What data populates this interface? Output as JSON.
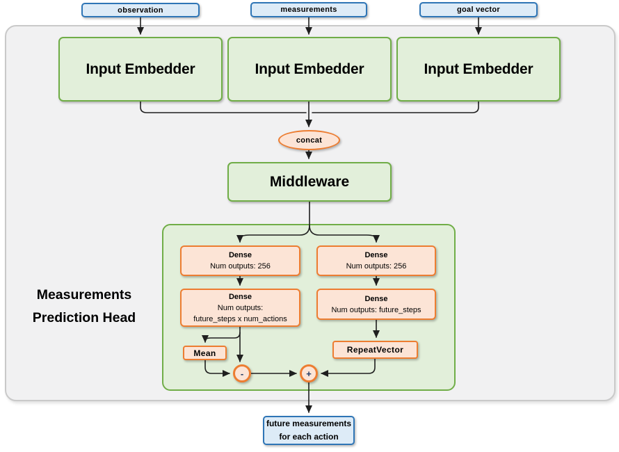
{
  "colors": {
    "blue_fill": "#DDEBF7",
    "blue_border": "#2E75B6",
    "green_fill": "#E2EFDA",
    "green_border": "#70AD47",
    "orange_fill": "#FCE4D6",
    "orange_border": "#ED7D31",
    "gray_fill": "#F1F1F2",
    "gray_border": "#C9C9C9",
    "line": "#1F1F1F"
  },
  "inputs": {
    "observation": "observation",
    "measurements": "measurements",
    "goal_vector": "goal vector"
  },
  "embedders": {
    "left": "Input Embedder",
    "middle": "Input Embedder",
    "right": "Input Embedder"
  },
  "concat_label": "concat",
  "middleware_label": "Middleware",
  "head": {
    "title_line1": "Measurements",
    "title_line2": "Prediction Head",
    "dense_left_1": {
      "title": "Dense",
      "line1": "Num outputs: 256"
    },
    "dense_left_2": {
      "title": "Dense",
      "line1": "Num outputs:",
      "line2": "future_steps x num_actions"
    },
    "dense_right_1": {
      "title": "Dense",
      "line1": "Num outputs: 256"
    },
    "dense_right_2": {
      "title": "Dense",
      "line1": "Num outputs: future_steps"
    },
    "mean_label": "Mean",
    "repeat_label": "RepeatVector",
    "minus_label": "-",
    "plus_label": "+"
  },
  "output": {
    "line1": "future measurements",
    "line2": "for each action"
  }
}
